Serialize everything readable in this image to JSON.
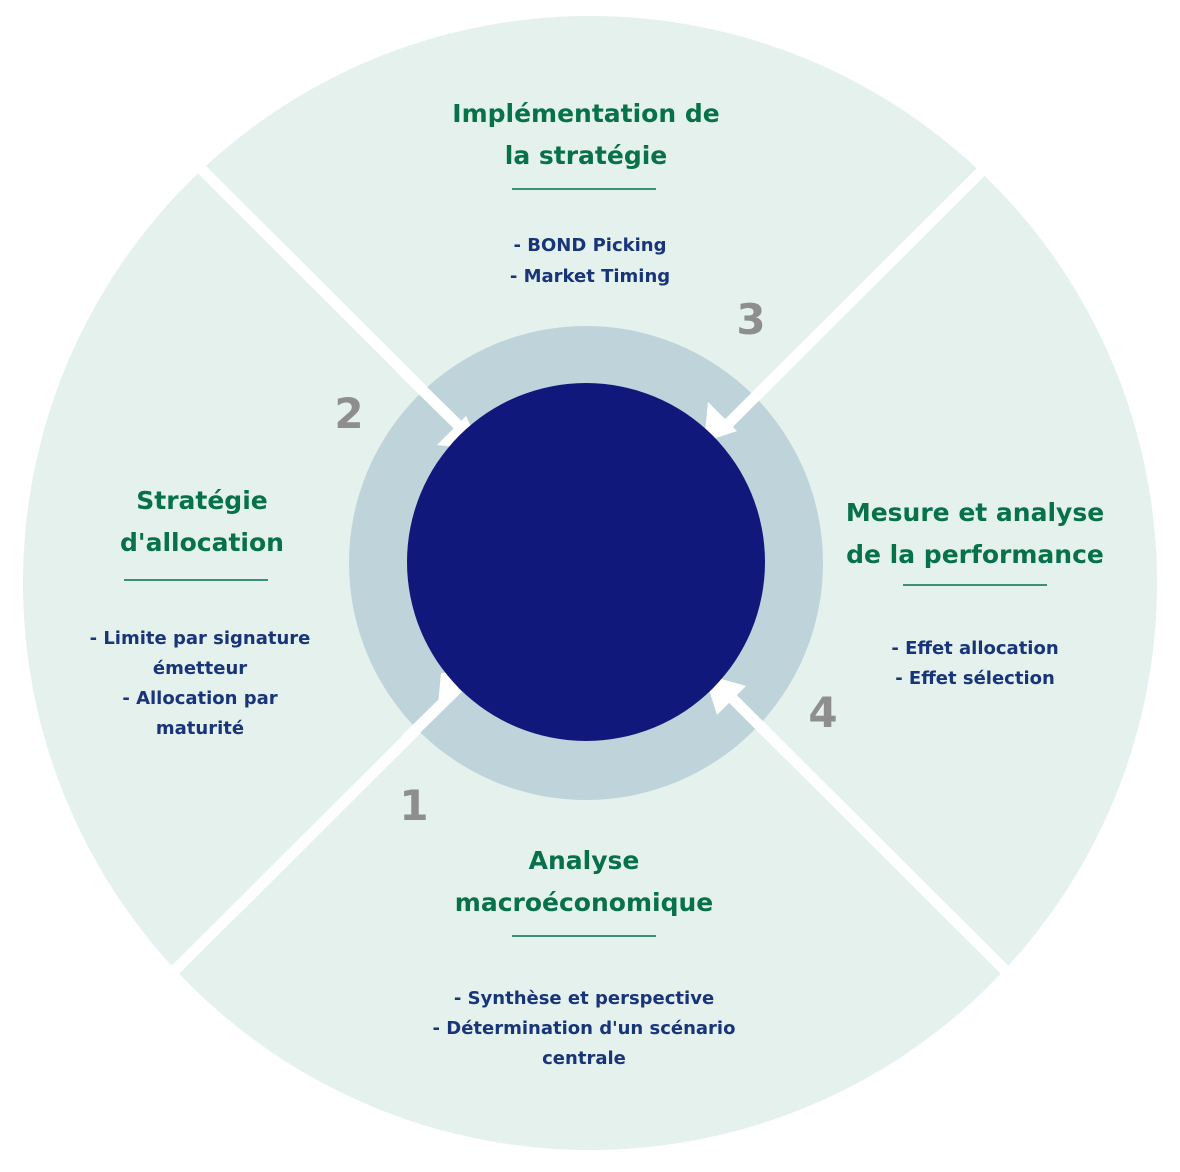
{
  "colors": {
    "outer_ring": "#e5f1ed",
    "middle_ring": "#bfd3da",
    "center": "#10187c",
    "arrow": "#ffffff",
    "title": "#077149",
    "divider": "#077149",
    "item": "#18357a",
    "number": "#8e8e8e"
  },
  "quadrants": {
    "top": {
      "title_lines": [
        "Implémentation de",
        "la stratégie"
      ],
      "items": [
        "- BOND Picking",
        "- Market Timing"
      ]
    },
    "left": {
      "title_lines": [
        "Stratégie",
        "d'allocation"
      ],
      "items": [
        "- Limite par signature",
        "émetteur",
        "- Allocation par",
        "maturité"
      ]
    },
    "right": {
      "title_lines": [
        "Mesure et analyse",
        "de la performance"
      ],
      "items": [
        "- Effet allocation",
        "- Effet sélection"
      ]
    },
    "bottom": {
      "title_lines": [
        "Analyse",
        "macroéconomique"
      ],
      "items": [
        "- Synthèse et perspective",
        "- Détermination d'un scénario",
        "centrale"
      ]
    }
  },
  "steps": {
    "one": "1",
    "two": "2",
    "three": "3",
    "four": "4"
  }
}
